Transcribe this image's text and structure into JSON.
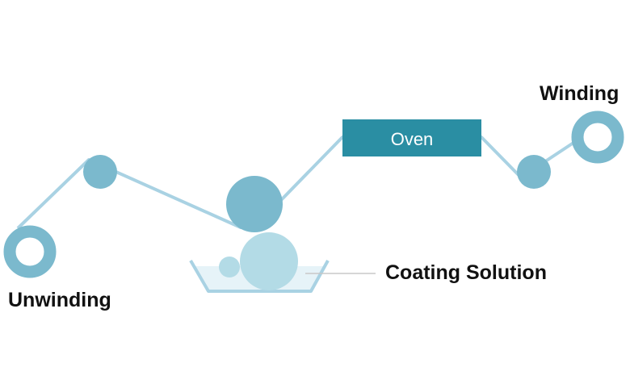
{
  "labels": {
    "unwinding": "Unwinding",
    "winding": "Winding",
    "oven": "Oven",
    "coating_solution": "Coating Solution"
  },
  "colors": {
    "web_line": "#a9d2e3",
    "roller": "#7bb9cd",
    "roller_light": "#b3dbe6",
    "oven_fill": "#2a8ea3",
    "tray": "#a9d2e3",
    "solution": "#e6f3f8",
    "leader_line": "#c8c8c8"
  }
}
